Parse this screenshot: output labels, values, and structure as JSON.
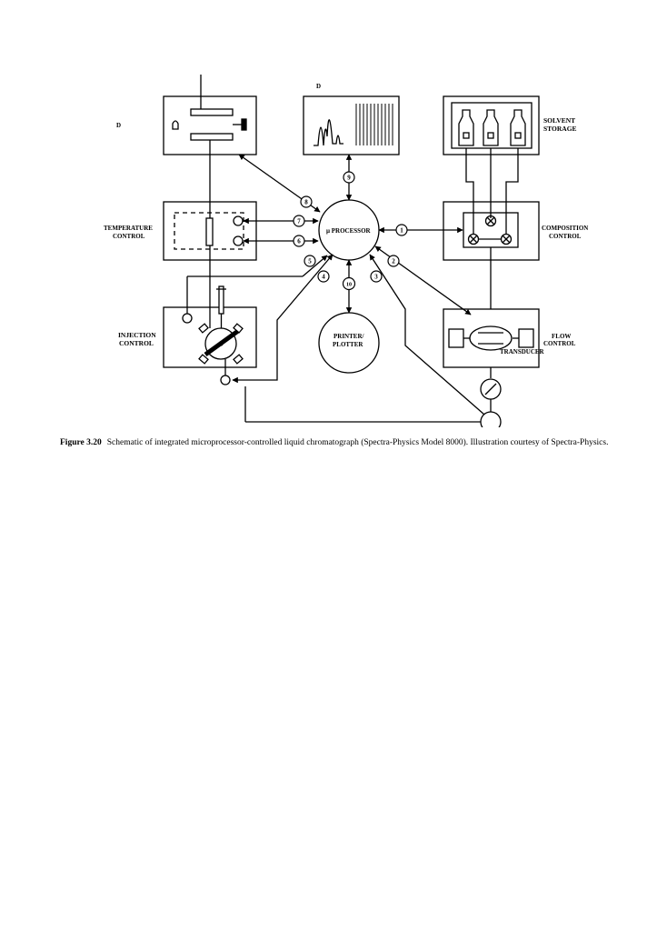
{
  "labels": {
    "detector_top": "D",
    "detector_left": "D",
    "solvent_storage_1": "SOLVENT",
    "solvent_storage_2": "STORAGE",
    "temperature_control_1": "TEMPERATURE",
    "temperature_control_2": "CONTROL",
    "processor": "µ PROCESSOR",
    "composition_control_1": "COMPOSITION",
    "composition_control_2": "CONTROL",
    "injection_control_1": "INJECTION",
    "injection_control_2": "CONTROL",
    "printer_plotter_1": "PRINTER/",
    "printer_plotter_2": "PLOTTER",
    "flow_control_1": "FLOW",
    "flow_control_2": "CONTROL",
    "transducer": "TRANSDUCER"
  },
  "channels": [
    "1",
    "2",
    "3",
    "4",
    "5",
    "6",
    "7",
    "8",
    "9",
    "10"
  ],
  "caption": {
    "figure": "Figure   3.20",
    "text": "Schematic of integrated microprocessor-controlled liquid  chromatograph (Spectra-Physics Model 8000). Illustration courtesy of Spectra-Physics."
  }
}
